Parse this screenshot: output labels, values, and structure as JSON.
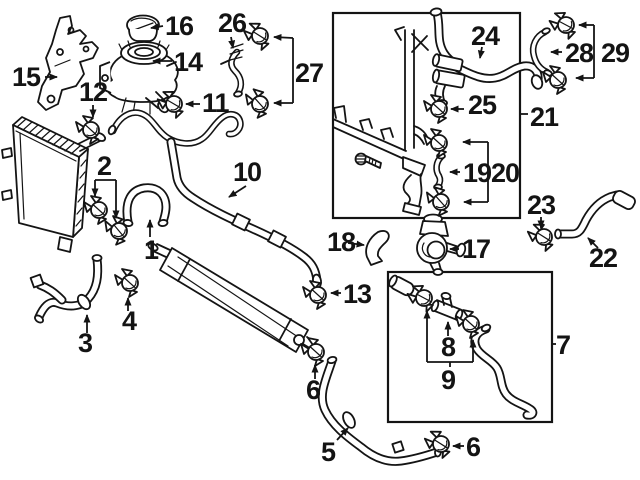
{
  "figure": {
    "type": "parts-diagram",
    "description": "engine cooling / radiator hose exploded parts diagram",
    "background": "#ffffff",
    "line_color": "#141414"
  },
  "callouts": {
    "n1": "1",
    "n2": "2",
    "n3": "3",
    "n4": "4",
    "n5": "5",
    "n6": "6",
    "n7": "7",
    "n8": "8",
    "n9": "9",
    "n10": "10",
    "n11": "11",
    "n12": "12",
    "n13": "13",
    "n14": "14",
    "n15": "15",
    "n16": "16",
    "n17": "17",
    "n18": "18",
    "n19": "19",
    "n20": "20",
    "n21": "21",
    "n22": "22",
    "n23": "23",
    "n24": "24",
    "n25": "25",
    "n26": "26",
    "n27": "27",
    "n28": "28",
    "n29": "29"
  }
}
